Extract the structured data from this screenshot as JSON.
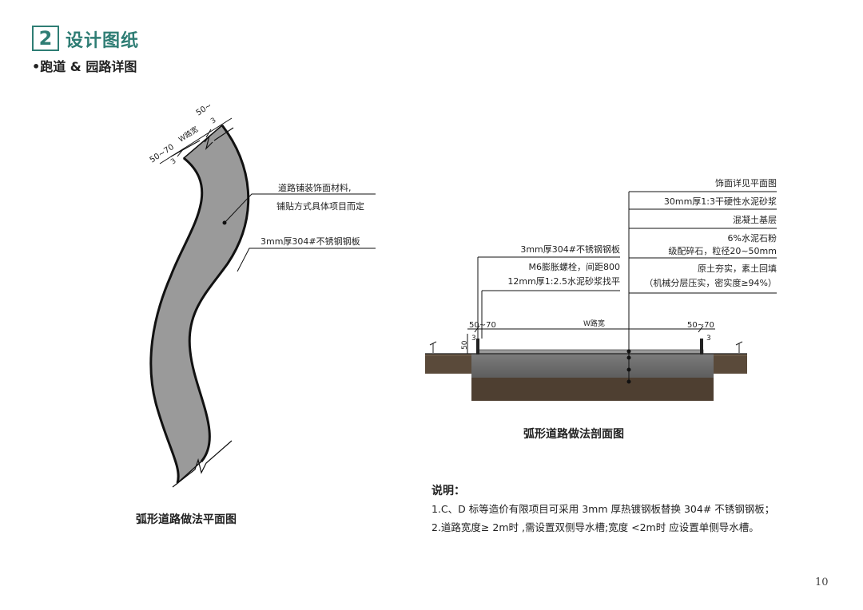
{
  "header": {
    "number": "2",
    "title": "设计图纸",
    "subtitle": "•跑道 & 园路详图"
  },
  "plan": {
    "label_left_width": "50~70",
    "label_left_3": "3",
    "label_road_width": "W路宽",
    "label_right_width": "50~",
    "label_right_3": "3",
    "callout_1_line1": "道路铺装饰面材料,",
    "callout_1_line2": "铺贴方式具体项目而定",
    "callout_2": "3mm厚304#不锈钢钢板",
    "caption": "弧形道路做法平面图"
  },
  "section": {
    "layers": [
      "饰面详见平面图",
      "30mm厚1:3干硬性水泥砂浆",
      "混凝土基层",
      "6%水泥石粉",
      "级配碎石，粒径20~50mm",
      "原土夯实，素土回填",
      "（机械分层压实，密实度≥94%）"
    ],
    "left_callouts": [
      "3mm厚304#不锈钢钢板",
      "M6膨胀螺栓，间距800",
      "12mm厚1:2.5水泥砂浆找平"
    ],
    "dim_left": "50~70",
    "dim_road": "W路宽",
    "dim_right": "50~70",
    "dim_50": "50",
    "dim_3_left": "3",
    "dim_3_right": "3",
    "caption": "弧形道路做法剖面图"
  },
  "notes": {
    "title": "说明：",
    "line1": "1.C、D 标等造价有限项目可采用 3mm 厚热镀钢板替换 304# 不锈钢钢板；",
    "line2": "2.道路宽度≥ 2m时 ,需设置双侧导水槽;宽度 <2m时 应设置单侧导水槽。"
  },
  "page_number": "10"
}
